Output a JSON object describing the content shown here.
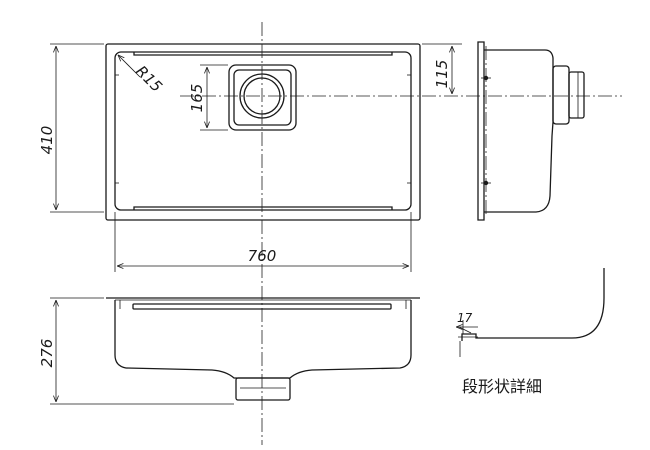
{
  "dimensions": {
    "width_top": "760",
    "depth_top": "410",
    "drain_size": "165",
    "drain_offset": "115",
    "corner_radius": "R15",
    "height_front": "276",
    "step_detail_value": "17"
  },
  "caption": "段形状詳細"
}
